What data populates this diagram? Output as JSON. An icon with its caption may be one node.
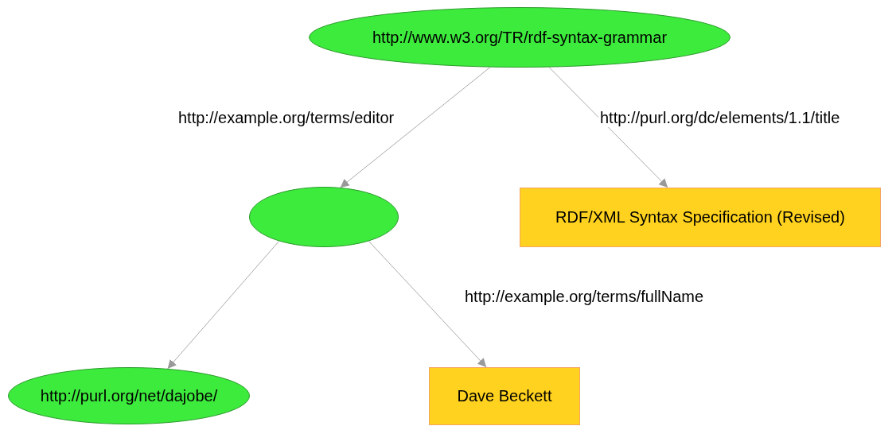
{
  "diagram": {
    "nodes": [
      {
        "text": [
          "http://www.w3.org/TR/rdf-syntax-grammar"
        ]
      },
      {
        "text": [],
        "shape": "ellipse"
      },
      {
        "text": [
          "RDF/XML Syntax Specification (Revised)"
        ]
      },
      {
        "text": [
          "http://purl.org/net/dajobe/"
        ]
      },
      {
        "text": [
          "Dave Beckett"
        ]
      }
    ],
    "edges": [
      {
        "from": 0,
        "to": 1,
        "arrow": "to",
        "label": "http://example.org/terms/editor"
      },
      {
        "from": 0,
        "to": 2,
        "arrow": "to",
        "label": "http://purl.org/dc/elements/1.1/title"
      },
      {
        "from": 1,
        "to": 3,
        "arrow": "to"
      },
      {
        "from": 1,
        "to": 4,
        "arrow": "to",
        "label": "http://example.org/terms/fullName"
      }
    ]
  }
}
